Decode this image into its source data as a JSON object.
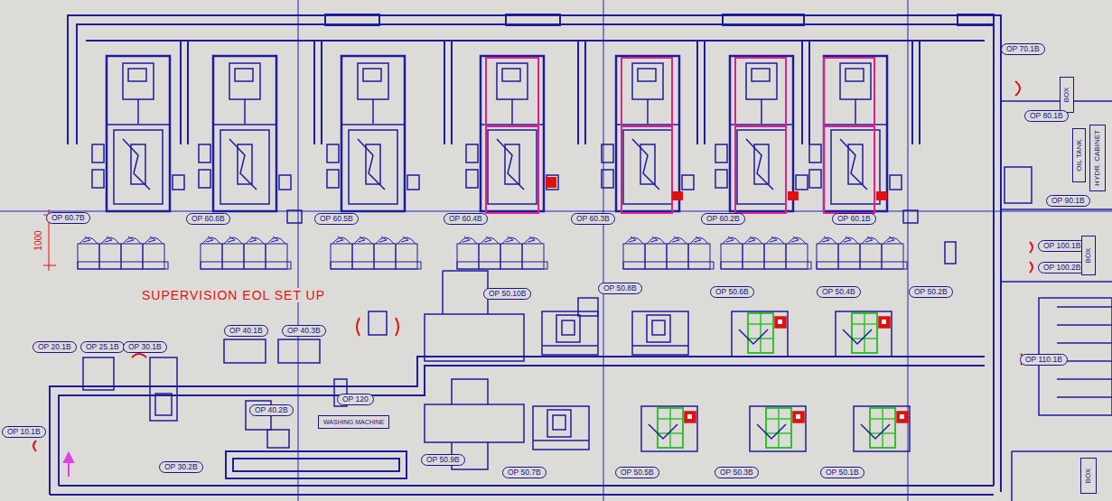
{
  "diagram": {
    "nodes": [
      {
        "text": [
          "OP 70.1B"
        ]
      },
      {
        "text": [
          "BOX"
        ]
      },
      {
        "text": [
          "OP 80.1B"
        ]
      },
      {
        "text": [
          "OIL TANK"
        ]
      },
      {
        "text": [
          "HYDR. CABINET"
        ]
      },
      {
        "text": [
          "OP 90.1B"
        ]
      },
      {
        "text": [
          "OP 60.7B"
        ]
      },
      {
        "text": [
          "OP 60.6B"
        ]
      },
      {
        "text": [
          "OP 60.5B"
        ]
      },
      {
        "text": [
          "OP 60.4B"
        ]
      },
      {
        "text": [
          "OP 60.3B"
        ]
      },
      {
        "text": [
          "OP 60.2B"
        ]
      },
      {
        "text": [
          "OP 60.1B"
        ]
      },
      {
        "text": [
          "OP 100.1B"
        ]
      },
      {
        "text": [
          "OP 100.2B"
        ]
      },
      {
        "text": [
          "BOX"
        ]
      },
      {
        "text": [
          "OP 50.10B"
        ]
      },
      {
        "text": [
          "OP 50.8B"
        ]
      },
      {
        "text": [
          "OP 50.6B"
        ]
      },
      {
        "text": [
          "OP 50.4B"
        ]
      },
      {
        "text": [
          "OP 50.2B"
        ]
      },
      {
        "text": [
          "OP 40.1B"
        ]
      },
      {
        "text": [
          "OP 40.3B"
        ]
      },
      {
        "text": [
          "OP 20.1B"
        ]
      },
      {
        "text": [
          "OP 25.1B"
        ]
      },
      {
        "text": [
          "OP 30.1B"
        ]
      },
      {
        "text": [
          "OP 110.1B"
        ]
      },
      {
        "text": [
          "OP 120"
        ]
      },
      {
        "text": [
          "OP 40.2B"
        ]
      },
      {
        "text": [
          "WASHING MACHINE"
        ]
      },
      {
        "text": [
          "OP 10.1B"
        ]
      },
      {
        "text": [
          "OP 30.2B"
        ]
      },
      {
        "text": [
          "OP 50.9B"
        ]
      },
      {
        "text": [
          "OP 50.7B"
        ]
      },
      {
        "text": [
          "OP 50.5B"
        ]
      },
      {
        "text": [
          "OP 50.3B"
        ]
      },
      {
        "text": [
          "OP 50.1B"
        ]
      },
      {
        "text": [
          "BOX"
        ]
      }
    ],
    "labels": [
      "1000",
      "SUPERVISION EOL SET UP"
    ]
  }
}
